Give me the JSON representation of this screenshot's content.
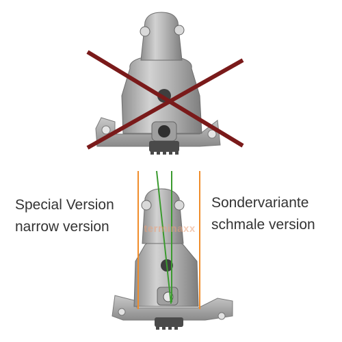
{
  "captions": {
    "english_line1": "Special Version",
    "english_line2": "narrow version",
    "german_line1": "Sondervariante",
    "german_line2": "schmale version"
  },
  "watermark": "terminaxx",
  "icons": {
    "cross_out_mark": "cross-icon",
    "guide_lines": "vertical-line-icon",
    "top_photo": "starter-motor-wide-photo",
    "bottom_photo": "starter-motor-narrow-photo"
  },
  "colors": {
    "cross": "#7a1a1a",
    "orange_guides": "#f08c2a",
    "green_guides": "#3a9a2e",
    "caption_text": "#333333",
    "metal": "#a9a9a9"
  }
}
